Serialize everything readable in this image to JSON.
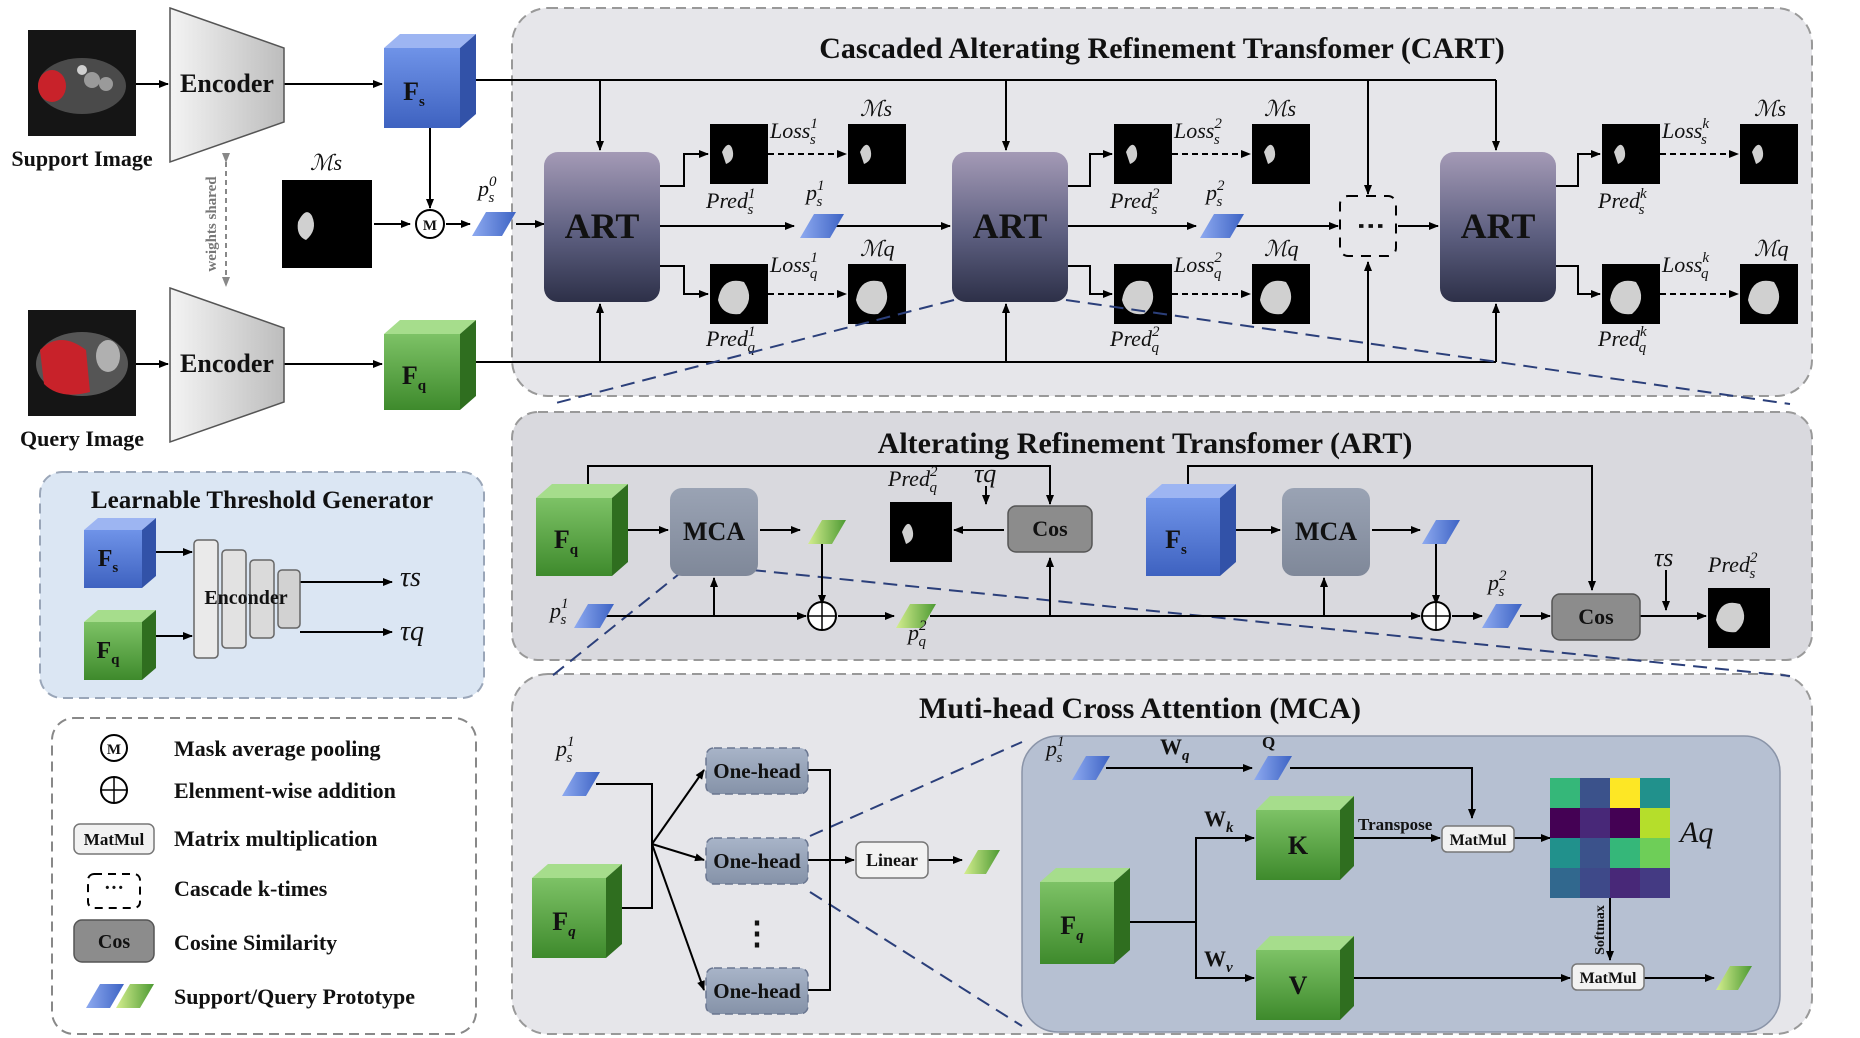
{
  "titles": {
    "cart": "Cascaded Alterating Refinement Transfomer (CART)",
    "art": "Alterating Refinement Transfomer (ART)",
    "mca": "Muti-head Cross Attention (MCA)",
    "ltg": "Learnable Threshold Generator"
  },
  "images": {
    "support": "Support Image",
    "query": "Query Image"
  },
  "encoder": {
    "label": "Encoder",
    "shared": "weights shared"
  },
  "features": {
    "fs": "F",
    "fs_sub": "s",
    "fq": "F",
    "fq_sub": "q"
  },
  "math": {
    "Ms": "ℳs",
    "Mq": "ℳq",
    "p": "p",
    "s": "s",
    "q": "q",
    "pred": "Pred",
    "loss": "Loss",
    "sup0": "0",
    "sup1": "1",
    "sup2": "2",
    "supk": "k",
    "tau_s": "τs",
    "tau_q": "τq",
    "Aq": "Aq",
    "Wq": "W",
    "Wk": "W",
    "Wv": "W",
    "Wq_sub": "q",
    "Wk_sub": "k",
    "Wv_sub": "v"
  },
  "blocks": {
    "art": "ART",
    "mca": "MCA",
    "cos": "Cos",
    "one_head": "One-head",
    "linear": "Linear",
    "matmul": "MatMul",
    "transpose": "Transpose",
    "softmax": "Softmax",
    "K": "K",
    "V": "V",
    "Q": "Q",
    "M": "M",
    "enconder": "Enconder",
    "ellipsis": "⋮"
  },
  "legend": [
    {
      "symbol": "M",
      "text": "Mask average pooling"
    },
    {
      "symbol": "⊕",
      "text": "Elenment-wise addition"
    },
    {
      "symbol": "MatMul",
      "text": "Matrix multiplication"
    },
    {
      "symbol": "···",
      "text": "Cascade k-times"
    },
    {
      "symbol": "Cos",
      "text": "Cosine Similarity"
    },
    {
      "symbol": "prototypes",
      "text": "Support/Query Prototype"
    }
  ],
  "colors": {
    "support_blue": "#5b7fd6",
    "query_green": "#5ea548",
    "art_block": "#5d5f80",
    "panel_gray": "#e3e3e8",
    "panel_blue": "#dce6f2"
  },
  "heatmap": [
    [
      "#35b779",
      "#3b528b",
      "#fde725",
      "#21918c"
    ],
    [
      "#440154",
      "#482878",
      "#440154",
      "#b5de2b"
    ],
    [
      "#21918c",
      "#3b528b",
      "#35b779",
      "#6ece58"
    ],
    [
      "#31688e",
      "#3e4989",
      "#482878",
      "#443a83"
    ]
  ]
}
